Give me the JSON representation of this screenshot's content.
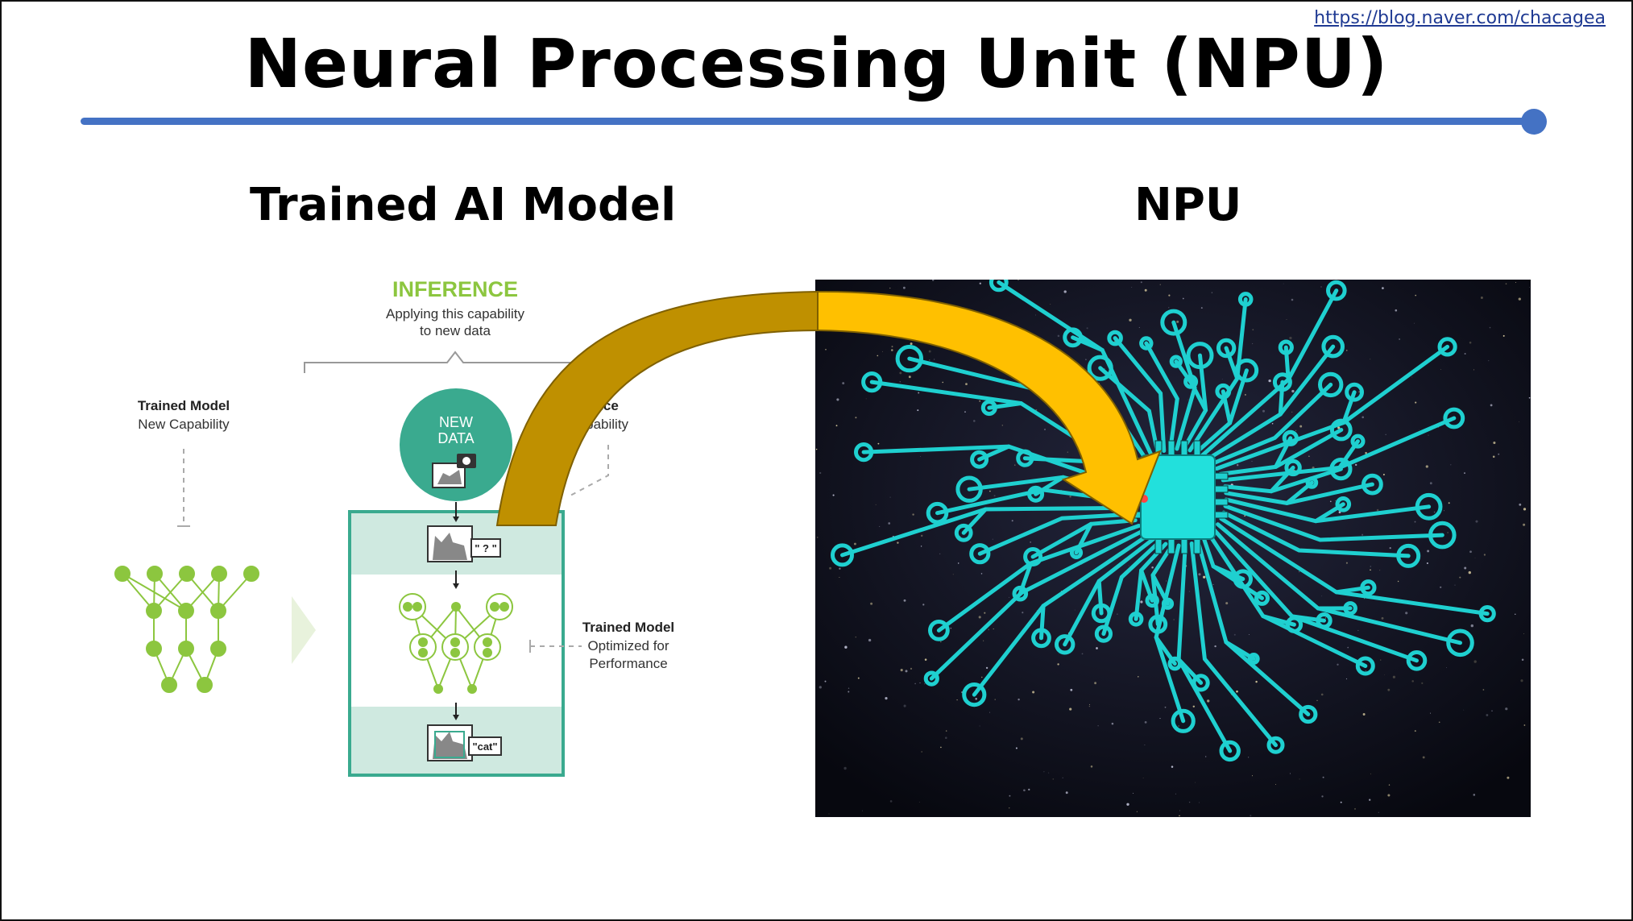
{
  "slide": {
    "source_url": "https://blog.naver.com/chacagea",
    "title": "Neural Processing Unit (NPU)",
    "left_heading": "Trained AI Model",
    "right_heading": "NPU"
  },
  "inference_diagram": {
    "heading": "INFERENCE",
    "description_line1": "Applying this capability",
    "description_line2": "to new data",
    "left_label_bold": "Trained Model",
    "left_label_sub": "New Capability",
    "new_data_line1": "NEW",
    "new_data_line2": "DATA",
    "service_label_bold": "r Service",
    "service_label_sub": "ing Capability",
    "question_tag": "\" ? \"",
    "result_tag": "\"cat\"",
    "right_label_bold": "Trained Model",
    "right_label_line2": "Optimized for",
    "right_label_line3": "Performance",
    "colors": {
      "green": "#8cc63f",
      "teal": "#3aaa8f",
      "light_teal": "#cfe9e0",
      "gray": "#999999"
    }
  },
  "npu_image": {
    "description_icon": "brain-circuit-chip-image",
    "colors": {
      "circuit": "#1fd0d0",
      "background": "#0d1020",
      "chip": "#22e0dc"
    }
  },
  "arrow": {
    "color_top": "#ffc000",
    "color_shadow": "#bf9000"
  }
}
